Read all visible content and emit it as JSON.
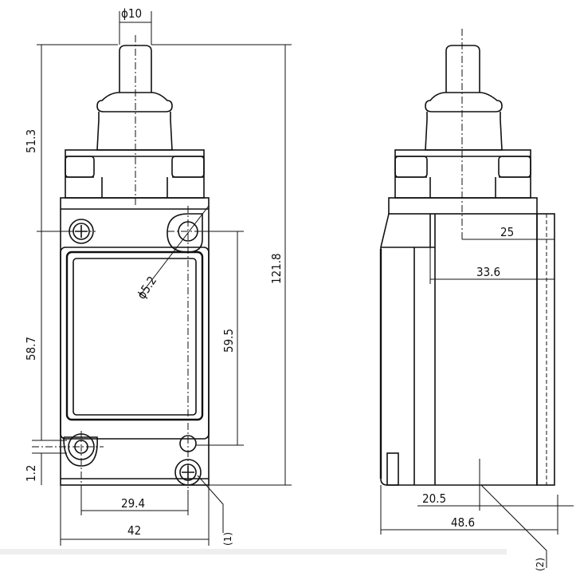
{
  "front_view": {
    "dims": {
      "shaft_diameter": "ϕ10",
      "plunger_height": "51.3",
      "overall_height": "121.8",
      "hole_diameter": "ϕ5.2",
      "hole_spacing_vertical": "59.5",
      "lower_height": "58.7",
      "offset": "1.2",
      "hole_spacing_horizontal": "29.4",
      "width": "42"
    },
    "callout": "(1)"
  },
  "side_view": {
    "dims": {
      "d25": "25",
      "d33_6": "33.6",
      "d20_5": "20.5",
      "d48_6": "48.6"
    },
    "callout": "(2)"
  }
}
